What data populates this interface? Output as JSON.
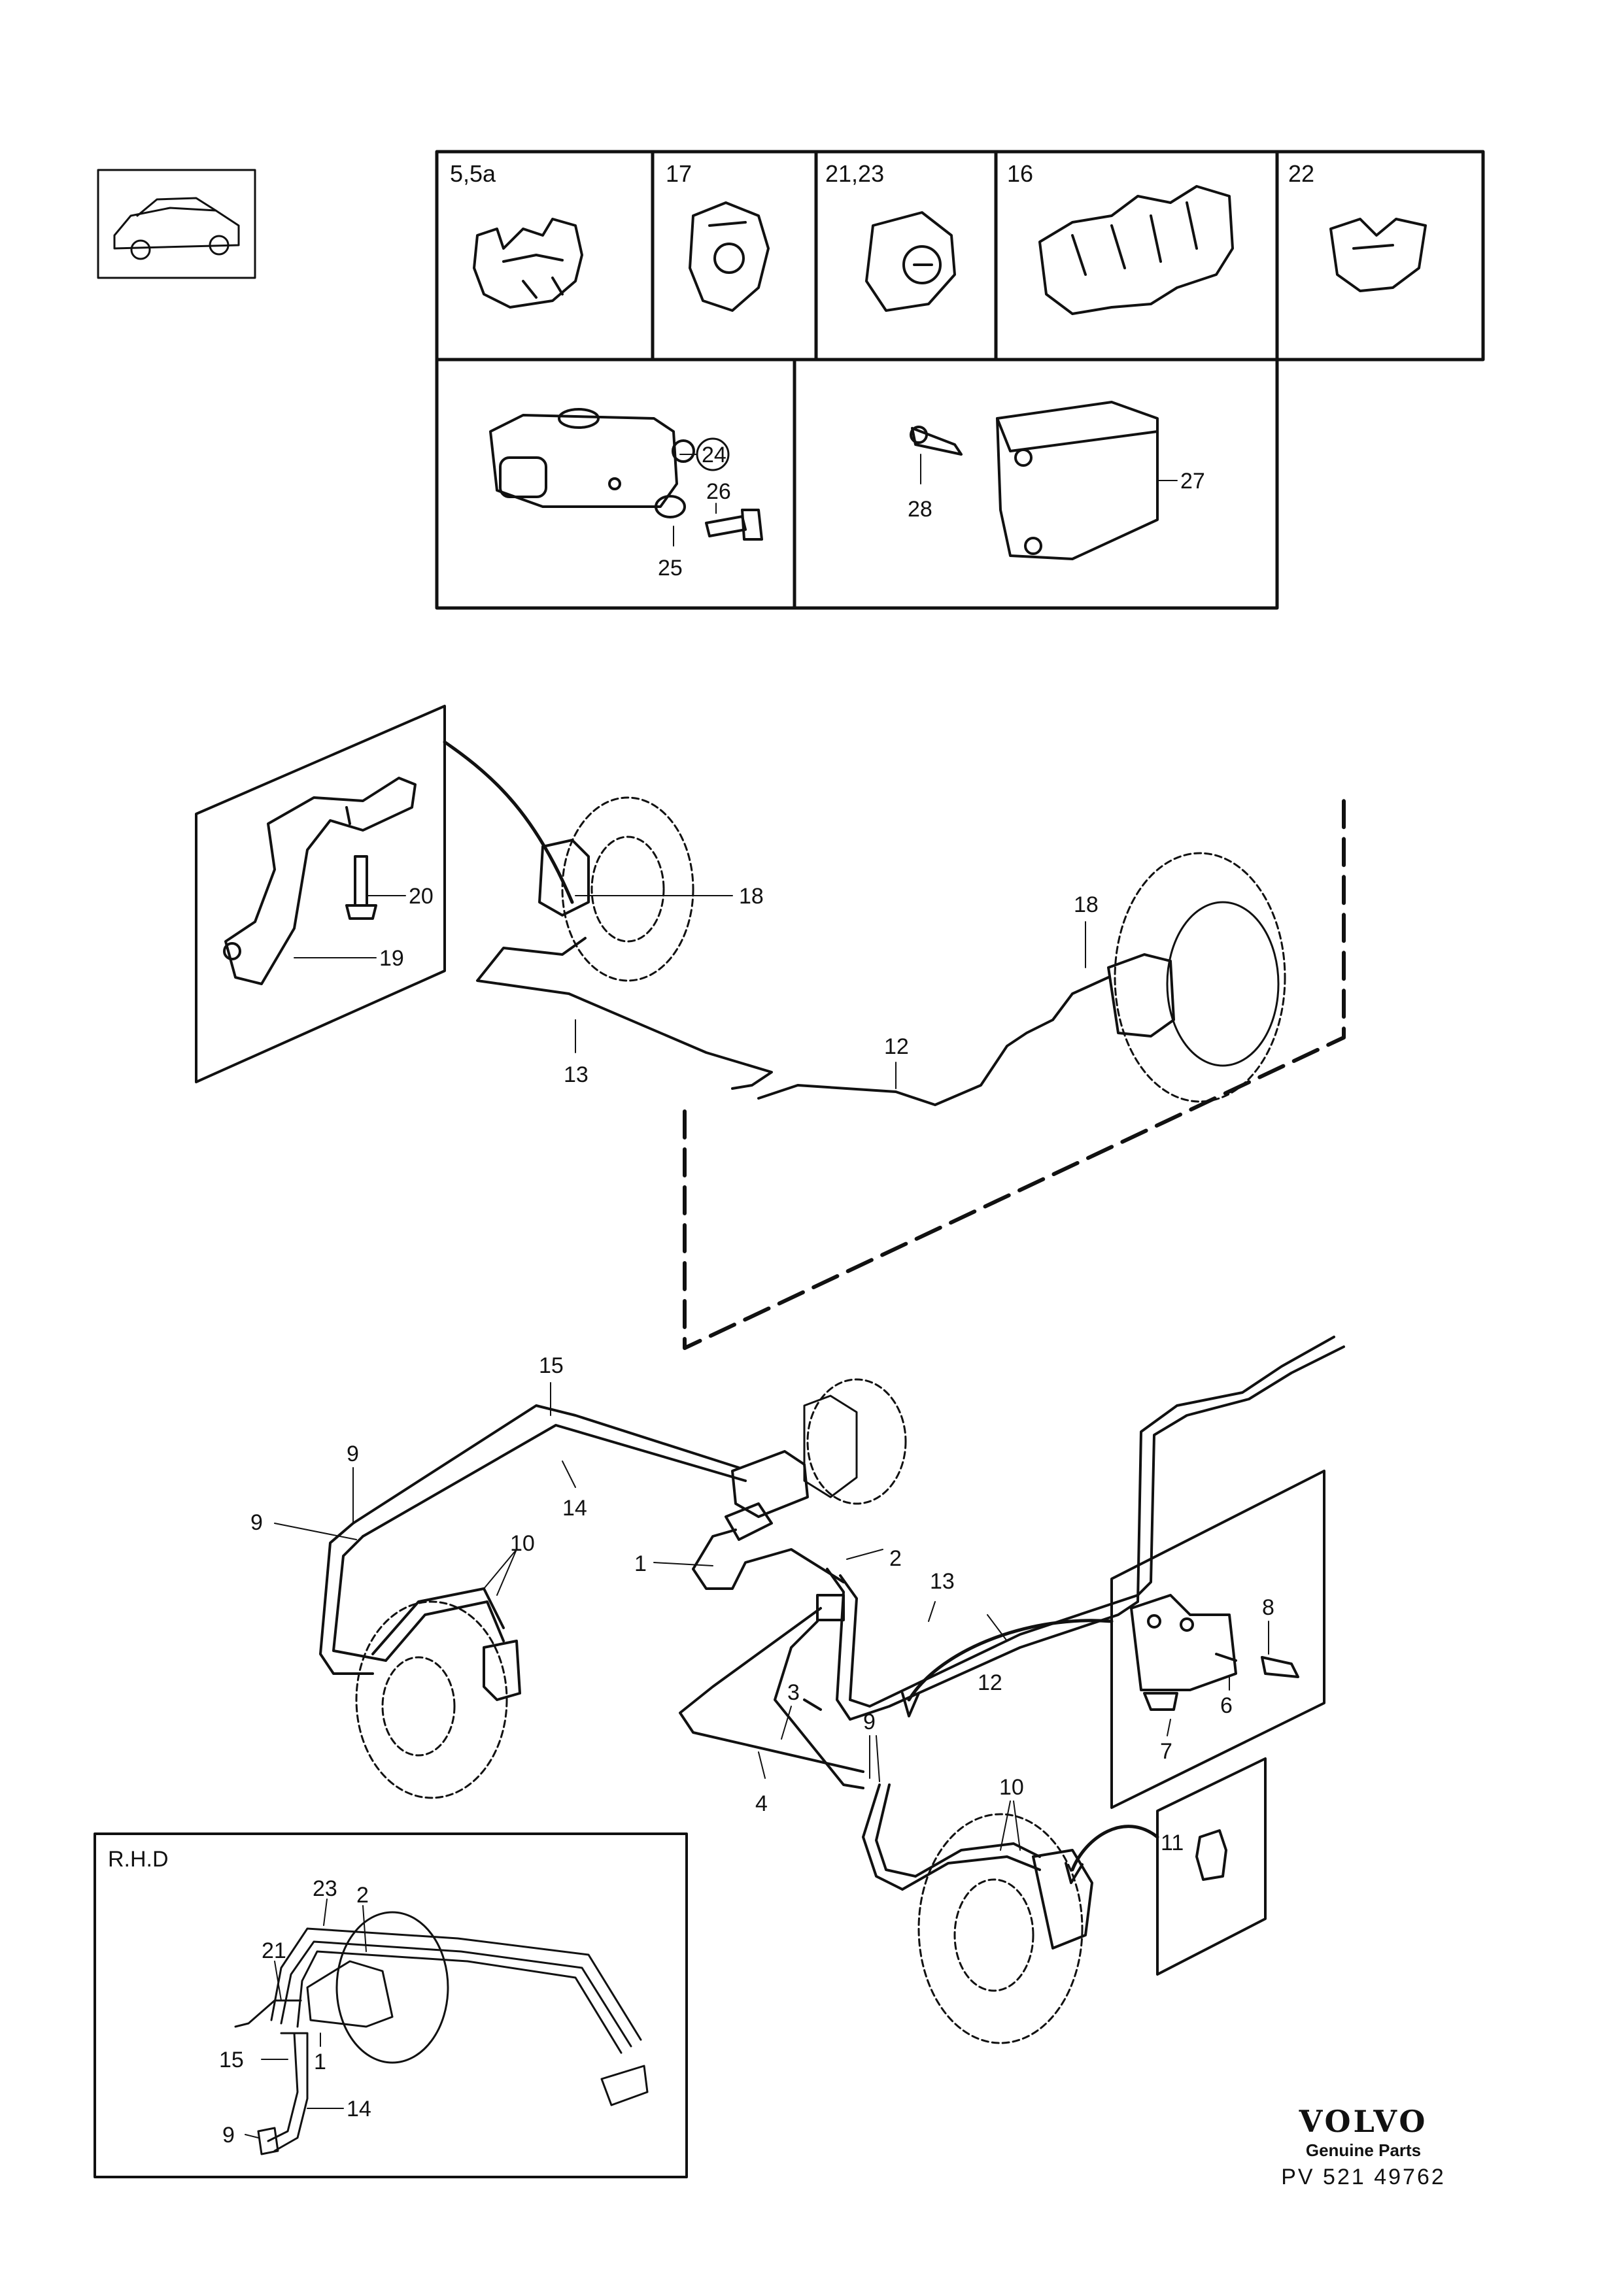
{
  "parts_box": {
    "cells": [
      "5,5a",
      "17",
      "21,23",
      "16",
      "22"
    ]
  },
  "callouts": {
    "n24": "24",
    "n25": "25",
    "n26": "26",
    "n27": "27",
    "n28": "28",
    "n18a": "18",
    "n18b": "18",
    "n19": "19",
    "n20": "20",
    "n13a": "13",
    "n12a": "12",
    "n15": "15",
    "n14": "14",
    "n9a": "9",
    "n9b": "9",
    "n10a": "10",
    "n1": "1",
    "n2": "2",
    "n13b": "13",
    "n12b": "12",
    "n3": "3",
    "n4": "4",
    "n9c": "9",
    "n10b": "10",
    "n8": "8",
    "n6": "6",
    "n7": "7",
    "n11": "11"
  },
  "rhd_inset": {
    "title": "R.H.D",
    "labels": {
      "n23": "23",
      "n2": "2",
      "n21": "21",
      "n15": "15",
      "n1": "1",
      "n14": "14",
      "n9": "9"
    }
  },
  "brand": {
    "logo": "VOLVO",
    "subtitle": "Genuine Parts",
    "code": "PV 521 49762"
  }
}
